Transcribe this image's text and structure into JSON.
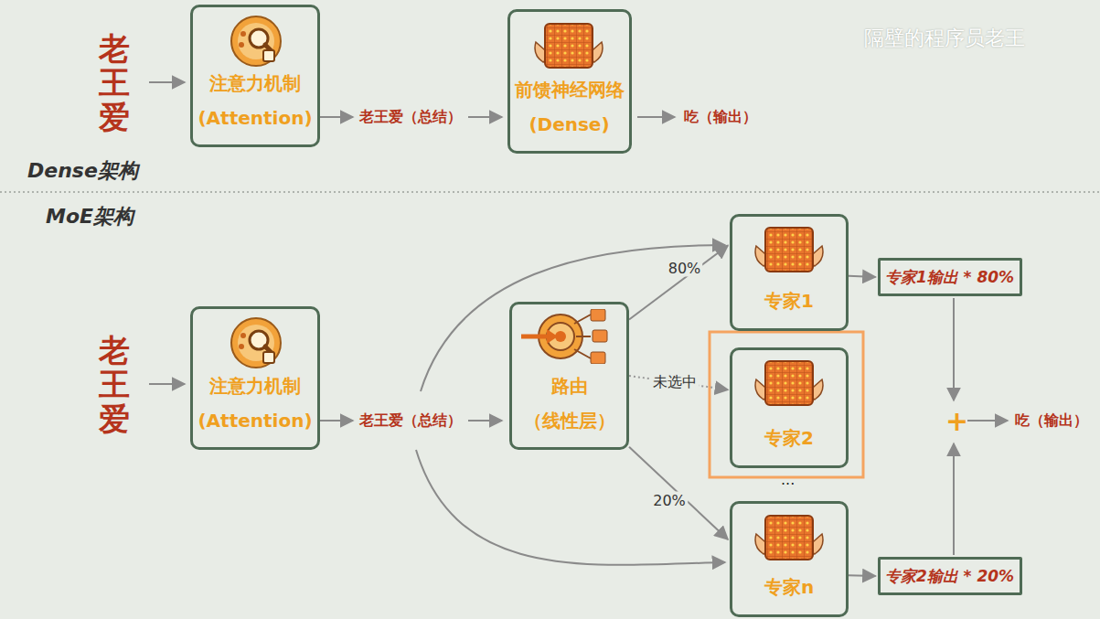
{
  "diagram": {
    "nodes": [
      {
        "text": [
          "注意力机制",
          "(Attention)"
        ]
      },
      {
        "text": [
          "前馈神经网络",
          "(Dense)"
        ]
      },
      {
        "text": [
          "注意力机制",
          "(Attention)"
        ]
      },
      {
        "text": [
          "路由",
          "（线性层）"
        ]
      },
      {
        "text": [
          "专家1"
        ]
      },
      {
        "text": [
          "专家2"
        ]
      },
      {
        "text": [
          "专家n"
        ]
      },
      {
        "text": [
          "专家1输出 * 80%"
        ]
      },
      {
        "text": [
          "专家2输出 * 20%"
        ]
      }
    ],
    "edges": [
      {
        "from": 3,
        "to": 4,
        "label": "80%",
        "arrow": "to"
      },
      {
        "from": 3,
        "to": 5,
        "label": "未选中",
        "arrow": "to"
      },
      {
        "from": 3,
        "to": 6,
        "label": "20%",
        "arrow": "to"
      },
      {
        "from": 4,
        "to": 7,
        "arrow": "to"
      },
      {
        "from": 6,
        "to": 8,
        "arrow": "to"
      }
    ],
    "labels": [
      "老王爱",
      "老王爱（总结）",
      "吃（输出）",
      "Dense架构",
      "MoE架构",
      "老王爱",
      "老王爱（总结）",
      "...",
      "+",
      "吃（输出）",
      "隔壁的程序员老王"
    ]
  }
}
